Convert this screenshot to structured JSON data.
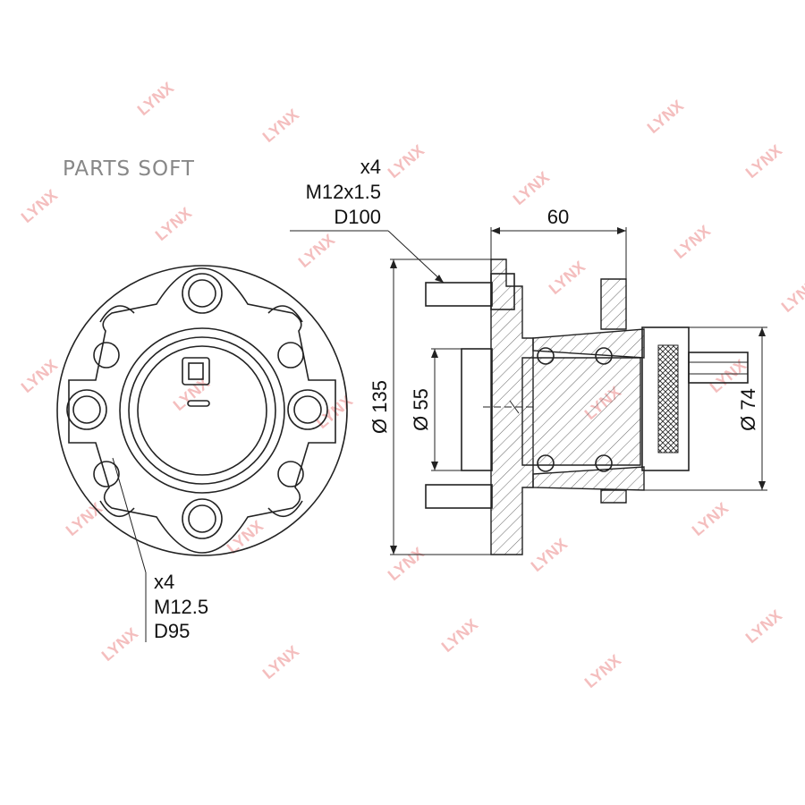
{
  "brand": {
    "label": "PARTS SOFT"
  },
  "watermark": {
    "text": "LYNX",
    "color": "#f3b3b3"
  },
  "callouts": {
    "bolt_top": {
      "count": "x4",
      "thread": "M12x1.5",
      "diameter": "D100"
    },
    "bolt_bottom": {
      "count": "x4",
      "thread": "M12.5",
      "diameter": "D95"
    }
  },
  "dimensions": {
    "width": "60",
    "flange_dia": "Ø 135",
    "pilot_dia": "Ø 55",
    "seal_dia": "Ø 74"
  }
}
